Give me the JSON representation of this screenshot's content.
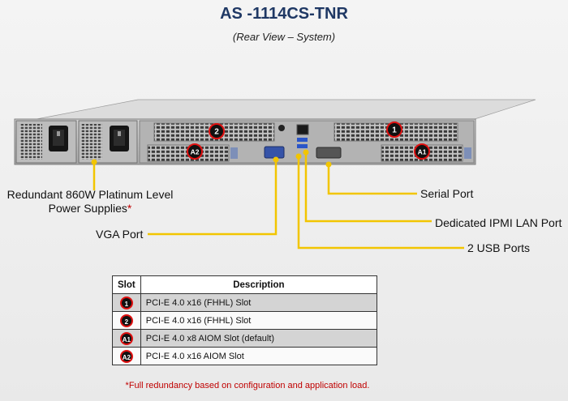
{
  "header": {
    "title": "AS -1114CS-TNR",
    "subtitle": "(Rear View – System)"
  },
  "callouts": {
    "psu_line1": "Redundant 860W Platinum Level",
    "psu_line2": "Power Supplies",
    "psu_asterisk": "*",
    "vga": "VGA Port",
    "serial": "Serial Port",
    "ipmi": "Dedicated IPMI LAN Port",
    "usb": "2 USB Ports"
  },
  "badges": {
    "slot2": "2",
    "slot1": "1",
    "slotA2": "A2",
    "slotA1": "A1"
  },
  "table": {
    "headers": [
      "Slot",
      "Description"
    ],
    "rows": [
      {
        "slot": "1",
        "description": "PCI-E 4.0 x16 (FHHL) Slot"
      },
      {
        "slot": "2",
        "description": "PCI-E 4.0 x16 (FHHL) Slot"
      },
      {
        "slot": "A1",
        "description": "PCI-E 4.0 x8 AIOM Slot (default)"
      },
      {
        "slot": "A2",
        "description": "PCI-E 4.0 x16 AIOM Slot"
      }
    ]
  },
  "footnote": "*Full redundancy based on configuration and application load.",
  "colors": {
    "title": "#1f3864",
    "callout_line": "#f2c500",
    "badge_ring": "#e01010",
    "footnote": "#c00000"
  }
}
